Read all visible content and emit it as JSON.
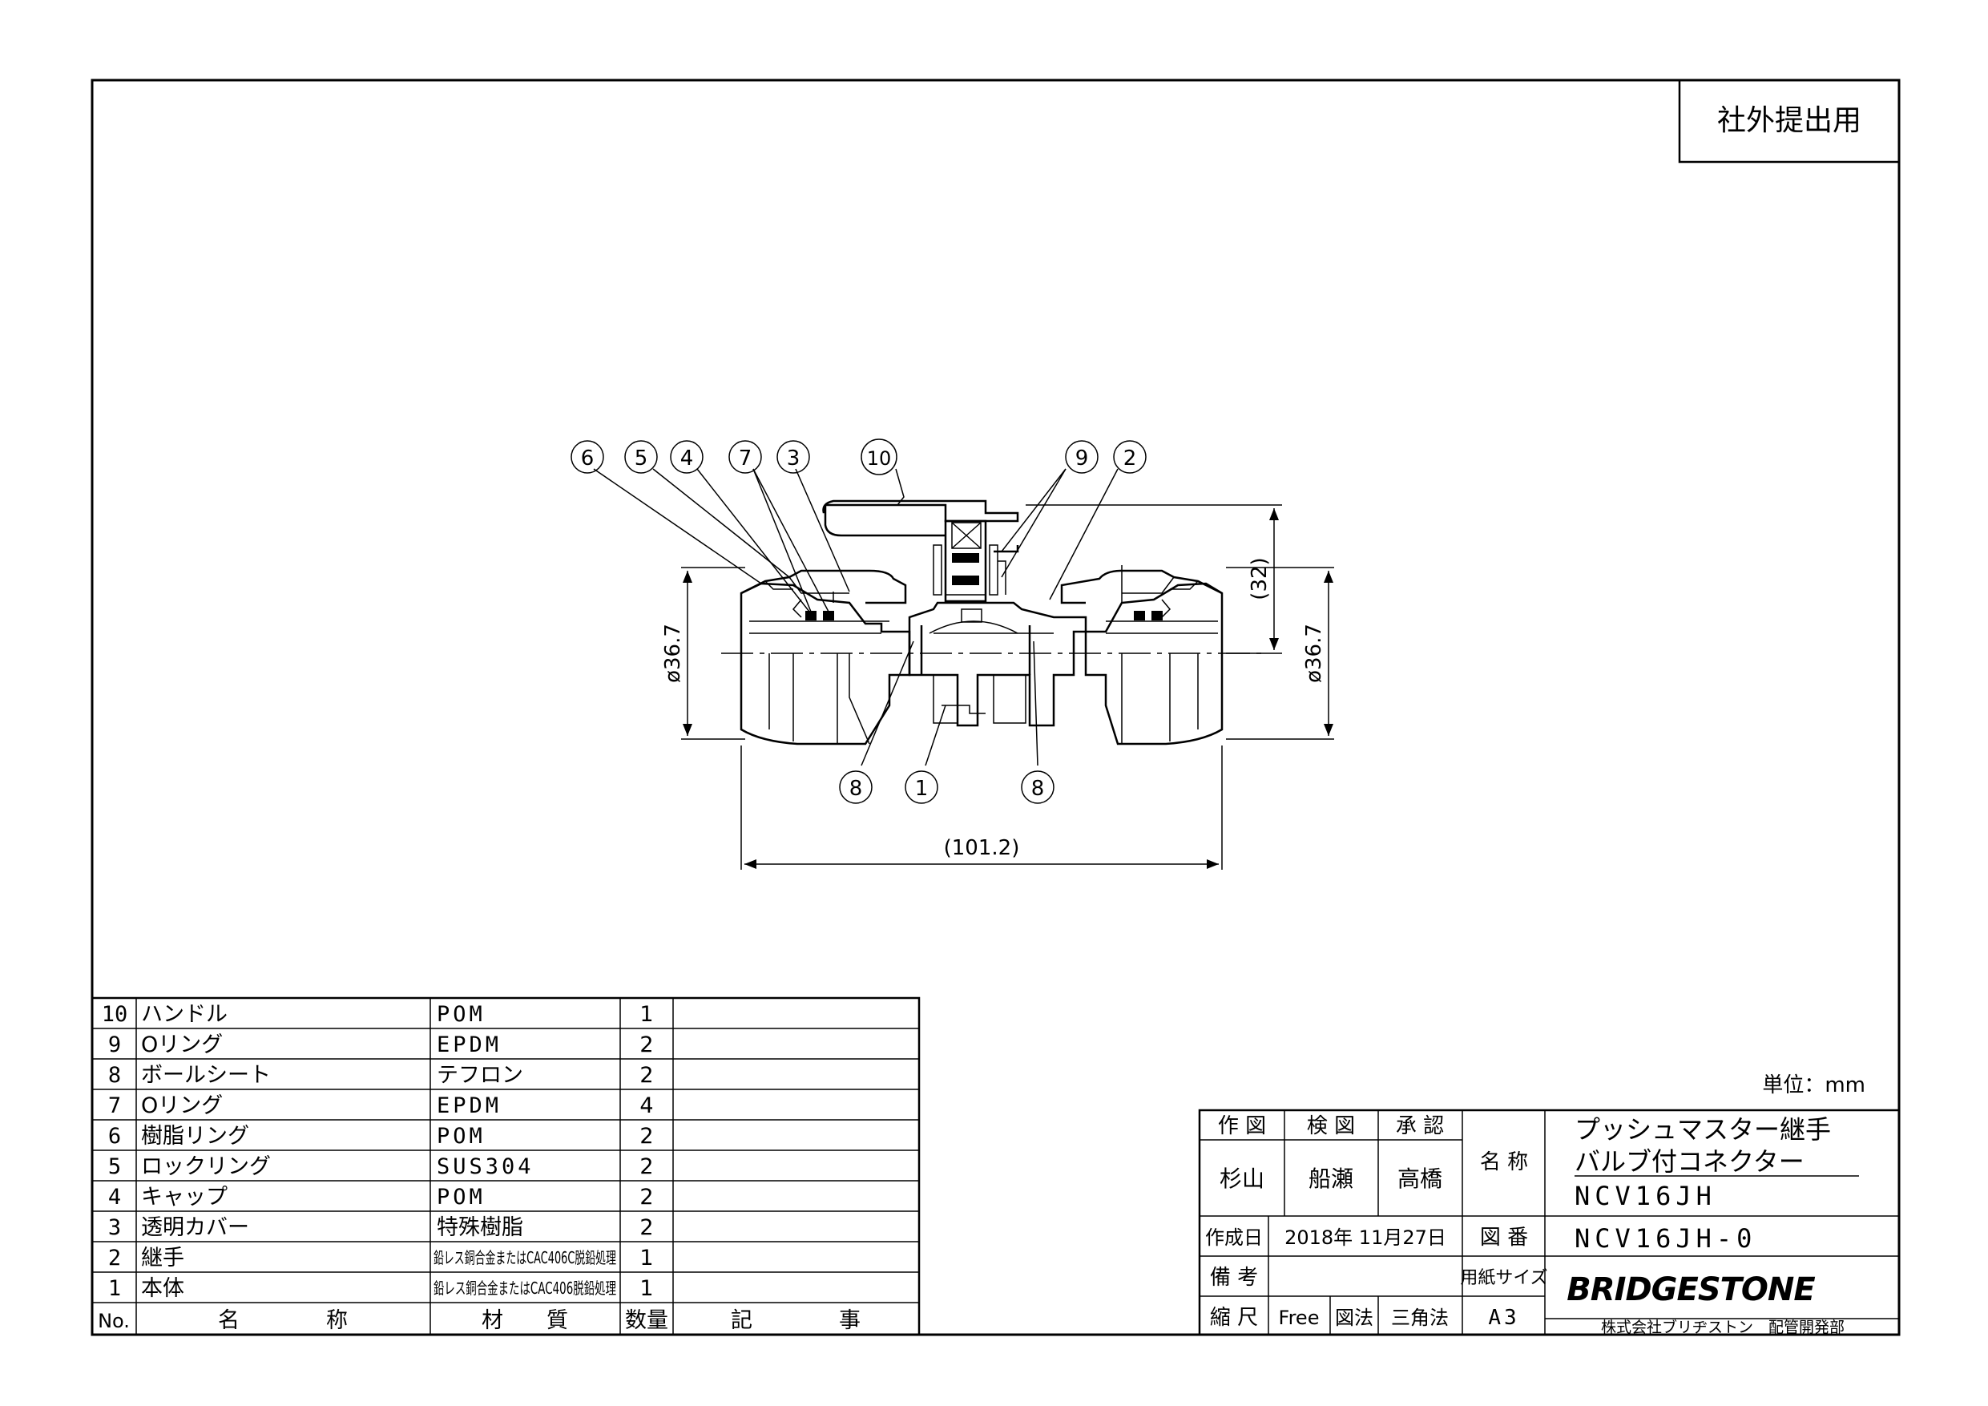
{
  "stamp": "社外提出用",
  "drawing": {
    "balloons": {
      "n6": "6",
      "n5": "5",
      "n4": "4",
      "n7": "7",
      "n3": "3",
      "n10": "10",
      "n9": "9",
      "n2": "2",
      "n8a": "8",
      "n1": "1",
      "n8b": "8"
    },
    "dims": {
      "dia_left": "ø36.7",
      "dia_right": "ø36.7",
      "height": "(32)",
      "length": "(101.2)"
    }
  },
  "parts_table": {
    "headers": {
      "no": "No.",
      "name": "名　　　　称",
      "material": "材　　質",
      "qty": "数量",
      "note": "記　　　　事"
    },
    "rows": [
      {
        "no": "10",
        "name": "ハンドル",
        "material": "POM",
        "qty": "1",
        "note": ""
      },
      {
        "no": "9",
        "name": "Oリング",
        "material": "EPDM",
        "qty": "2",
        "note": ""
      },
      {
        "no": "8",
        "name": "ボールシート",
        "material": "テフロン",
        "qty": "2",
        "note": ""
      },
      {
        "no": "7",
        "name": "Oリング",
        "material": "EPDM",
        "qty": "4",
        "note": ""
      },
      {
        "no": "6",
        "name": "樹脂リング",
        "material": "POM",
        "qty": "2",
        "note": ""
      },
      {
        "no": "5",
        "name": "ロックリング",
        "material": "SUS304",
        "qty": "2",
        "note": ""
      },
      {
        "no": "4",
        "name": "キャップ",
        "material": "POM",
        "qty": "2",
        "note": ""
      },
      {
        "no": "3",
        "name": "透明カバー",
        "material": "特殊樹脂",
        "qty": "2",
        "note": ""
      },
      {
        "no": "2",
        "name": "継手",
        "material": "鉛レス銅合金またはCAC406C脱鉛処理",
        "qty": "1",
        "note": ""
      },
      {
        "no": "1",
        "name": "本体",
        "material": "鉛レス銅合金またはCAC406脱鉛処理",
        "qty": "1",
        "note": ""
      }
    ]
  },
  "title_block": {
    "unit": "単位：mm",
    "drawn_label": "作 図",
    "checked_label": "検 図",
    "approved_label": "承 認",
    "drawn_by": "杉山",
    "checked_by": "船瀬",
    "approved_by": "高橋",
    "name_label": "名 称",
    "product_name_1": "プッシュマスター継手",
    "product_name_2": "バルブ付コネクター",
    "model": "NCV16JH",
    "created_label": "作成日",
    "created_date": "2018年 11月27日",
    "drawing_no_label": "図 番",
    "drawing_no": "NCV16JH-0",
    "remarks_label": "備 考",
    "remarks": "",
    "paper_size_label": "用紙サイズ",
    "brand": "BRIDGESTONE",
    "scale_label": "縮 尺",
    "scale": "Free",
    "projection_label": "図法",
    "projection": "三角法",
    "paper_size": "A3",
    "company": "株式会社ブリヂストン　配管開発部"
  }
}
